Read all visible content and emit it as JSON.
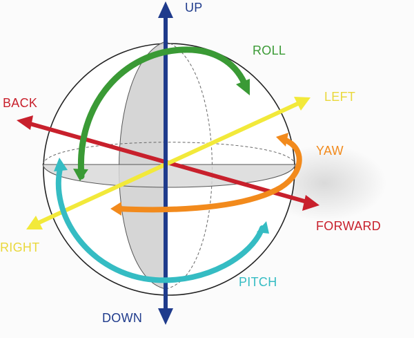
{
  "labels": {
    "up": "UP",
    "down": "DOWN",
    "roll": "ROLL",
    "left": "LEFT",
    "back": "BACK",
    "yaw": "YAW",
    "forward": "FORWARD",
    "right": "RIGHT",
    "pitch": "PITCH"
  },
  "colors": {
    "up_down": "#1f3b8c",
    "roll": "#3a9a35",
    "left_right": "#f2e93a",
    "back_forward": "#c8202c",
    "yaw": "#f28a1c",
    "pitch": "#35bcc3",
    "left_label": "#e9d83a",
    "right_label": "#e9d83a"
  }
}
